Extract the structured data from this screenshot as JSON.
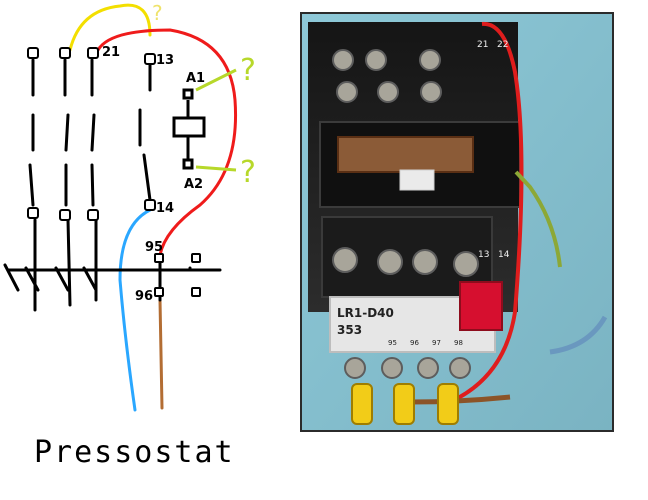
{
  "sketch": {
    "labels": {
      "t21": "21",
      "t13": "13",
      "a1": "A1",
      "a2": "A2",
      "t14": "14",
      "t95": "95",
      "t96": "96"
    },
    "question_marks": {
      "top": "?",
      "a1": "?",
      "a2": "?"
    },
    "caption": "Pressostat",
    "colors": {
      "yellow_wire": "#f3df00",
      "red_wire": "#ef1b1b",
      "blue_wire": "#2aa7ff",
      "brown_wire": "#b36d33",
      "question_mark": "#b7d82a",
      "ink": "#000000"
    }
  },
  "photo": {
    "labels": {
      "relay_model": "LR1-D40",
      "relay_number": "353",
      "terminal_95": "95",
      "terminal_96": "96",
      "terminal_98": "98",
      "terminal_97": "97",
      "terminal_13": "13",
      "terminal_14": "14",
      "terminal_21": "21",
      "terminal_22": "22"
    }
  }
}
